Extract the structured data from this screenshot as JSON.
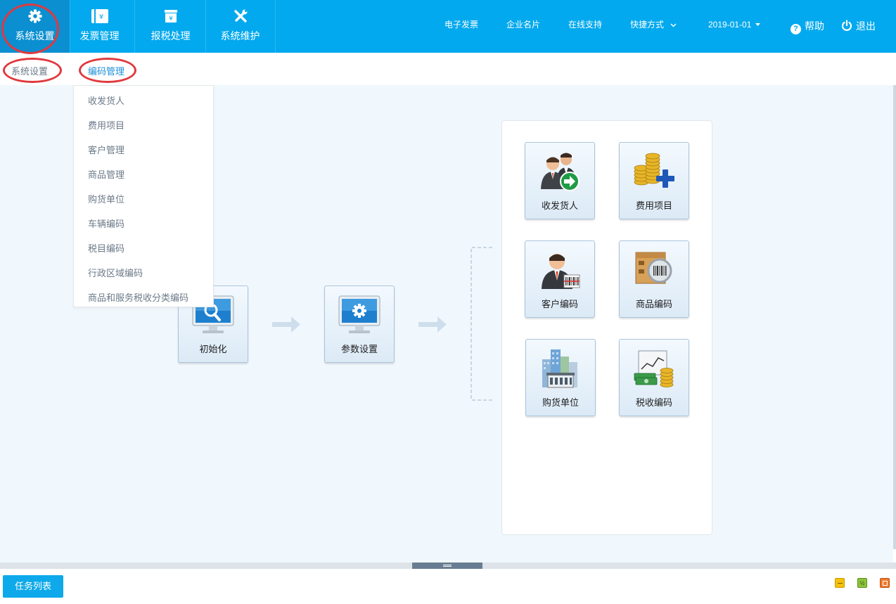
{
  "nav": {
    "tabs": [
      {
        "label": "系统设置",
        "icon": "gear-icon"
      },
      {
        "label": "发票管理",
        "icon": "invoice-icon"
      },
      {
        "label": "报税处理",
        "icon": "tax-report-icon"
      },
      {
        "label": "系统维护",
        "icon": "wrench-icon"
      }
    ],
    "links": {
      "e_invoice": "电子发票",
      "business_card": "企业名片",
      "online_support": "在线支持",
      "shortcuts": "快捷方式",
      "date": "2019-01-01",
      "help": "帮助",
      "logout": "退出"
    }
  },
  "breadcrumb": {
    "level1": "系统设置",
    "level2": "编码管理"
  },
  "dropdown": {
    "items": [
      "收发货人",
      "费用项目",
      "客户管理",
      "商品管理",
      "购货单位",
      "车辆编码",
      "税目编码",
      "行政区域编码",
      "商品和服务税收分类编码"
    ]
  },
  "workflow": {
    "init": "初始化",
    "params": "参数设置"
  },
  "panel": {
    "items": [
      {
        "label": "收发货人",
        "icon": "shipper-people-icon"
      },
      {
        "label": "费用项目",
        "icon": "coins-plus-icon"
      },
      {
        "label": "客户编码",
        "icon": "customer-barcode-icon"
      },
      {
        "label": "商品编码",
        "icon": "product-barcode-icon"
      },
      {
        "label": "购货单位",
        "icon": "buildings-icon"
      },
      {
        "label": "税收编码",
        "icon": "tax-money-chart-icon"
      }
    ]
  },
  "bottom": {
    "task_list": "任务列表",
    "restore_label": "½"
  },
  "colors": {
    "header": "#03a9ee",
    "header_active": "#0b8fd1",
    "annotation": "#e0393e",
    "main_bg": "#f1f8fd"
  }
}
